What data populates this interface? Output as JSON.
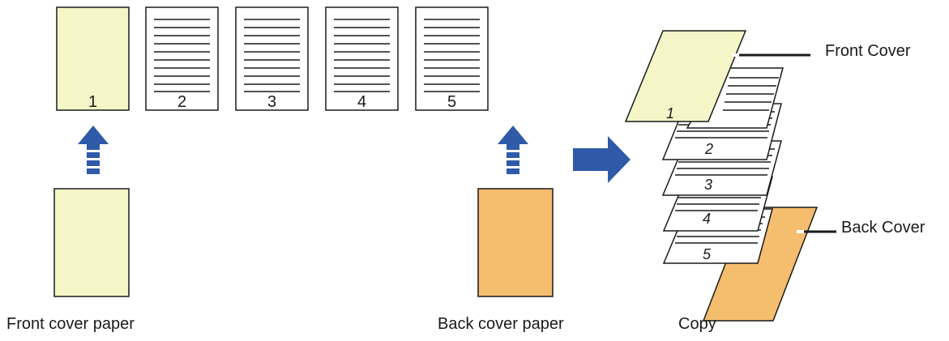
{
  "originals": {
    "pages": [
      {
        "number": "1",
        "kind": "cover"
      },
      {
        "number": "2",
        "kind": "text"
      },
      {
        "number": "3",
        "kind": "text"
      },
      {
        "number": "4",
        "kind": "text"
      },
      {
        "number": "5",
        "kind": "text"
      }
    ]
  },
  "labels": {
    "front_cover_paper": "Front cover paper",
    "back_cover_paper": "Back cover paper",
    "copy": "Copy",
    "front_cover": "Front Cover",
    "back_cover": "Back Cover"
  },
  "copy_stack": {
    "page_numbers": [
      "1",
      "2",
      "3",
      "4",
      "5"
    ]
  },
  "colors": {
    "front_cover": "#f4f6c8",
    "back_cover": "#f5bd6e",
    "arrow": "#2e5aa8",
    "outline": "#1a1a1a",
    "page": "#ffffff"
  },
  "icons": {
    "feed_arrow": "up-arrow-icon",
    "result_arrow": "right-arrow-icon"
  }
}
